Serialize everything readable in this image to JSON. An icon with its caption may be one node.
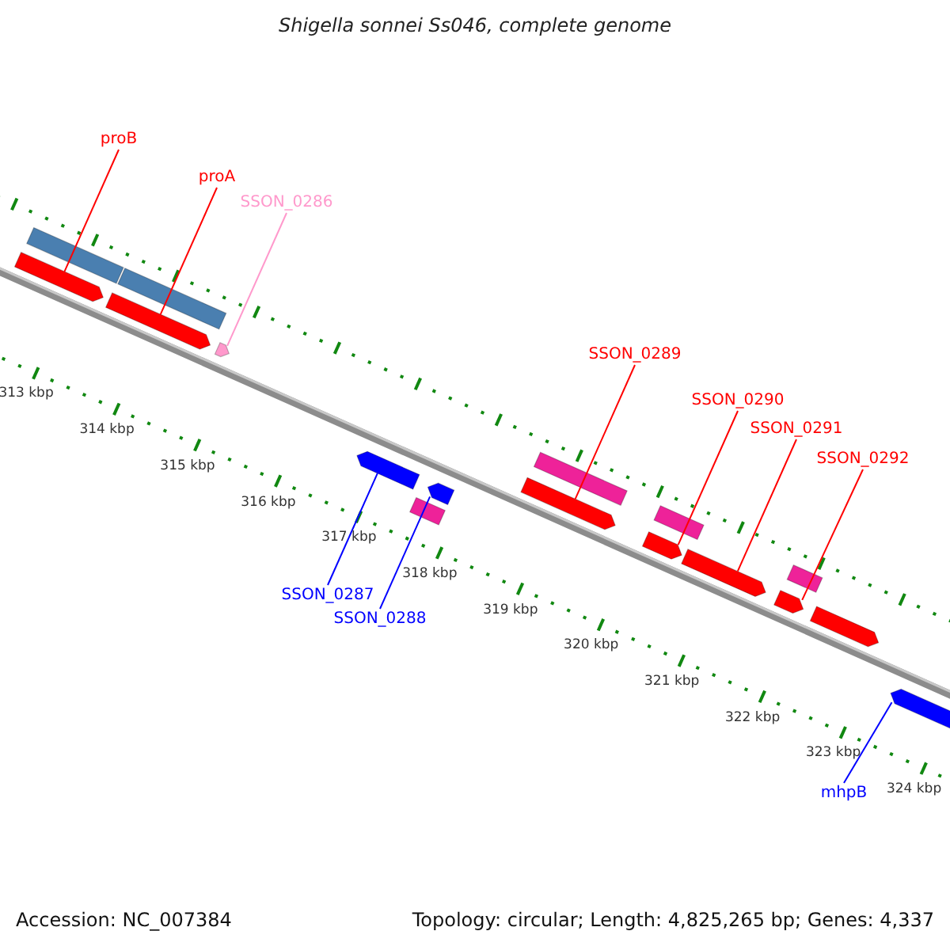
{
  "diagram": {
    "title": "Shigella sonnei Ss046, complete genome",
    "nodes": [
      {
        "text": [
          "proB"
        ]
      },
      {
        "text": [
          "proA"
        ]
      },
      {
        "text": [
          "SSON_0286"
        ]
      },
      {
        "text": [
          "SSON_0289"
        ]
      },
      {
        "text": [
          "SSON_0290"
        ]
      },
      {
        "text": [
          "SSON_0291"
        ]
      },
      {
        "text": [
          "SSON_0292"
        ]
      },
      {
        "text": [
          "SSON_0287"
        ]
      },
      {
        "text": [
          "SSON_0288"
        ]
      },
      {
        "text": [
          "mhpB"
        ]
      },
      {
        "text": [],
        "shape": "bar"
      },
      {
        "text": [],
        "shape": "bar"
      },
      {
        "text": [],
        "shape": "bar"
      },
      {
        "text": [],
        "shape": "bar"
      },
      {
        "text": [],
        "shape": "bar"
      },
      {
        "text": [],
        "shape": "bar"
      },
      {
        "text": [],
        "shape": "bar"
      },
      {
        "text": [],
        "shape": "bar"
      },
      {
        "text": [],
        "shape": "bar"
      },
      {
        "text": [],
        "shape": "bar"
      }
    ],
    "edges": [
      {
        "from": 0,
        "to": 10,
        "arrow": "none"
      },
      {
        "from": 1,
        "to": 11,
        "arrow": "none"
      },
      {
        "from": 2,
        "to": 12,
        "arrow": "none",
        "color": "#ff99cc"
      },
      {
        "from": 3,
        "to": 15,
        "arrow": "none"
      },
      {
        "from": 4,
        "to": 16,
        "arrow": "none"
      },
      {
        "from": 5,
        "to": 17,
        "arrow": "none"
      },
      {
        "from": 6,
        "to": 18,
        "arrow": "none"
      },
      {
        "from": 7,
        "to": 13,
        "arrow": "none",
        "color": "#0000ff"
      },
      {
        "from": 8,
        "to": 14,
        "arrow": "none",
        "color": "#0000ff"
      },
      {
        "from": 9,
        "to": 19,
        "arrow": "none",
        "color": "#0000ff"
      }
    ],
    "labels": [
      "313 kbp",
      "314 kbp",
      "315 kbp",
      "316 kbp",
      "317 kbp",
      "318 kbp",
      "319 kbp",
      "320 kbp",
      "321 kbp",
      "322 kbp",
      "323 kbp",
      "324 kbp",
      "Accession: NC_007384",
      "Topology: circular; Length: 4,825,265 bp; Genes: 4,337"
    ]
  }
}
